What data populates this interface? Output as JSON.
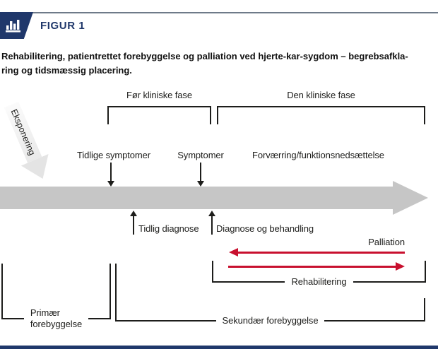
{
  "colors": {
    "navy": "#20386b",
    "red": "#c8102e",
    "timeline_gray": "#c6c6c6",
    "exposure_gray": "#e9e9e9",
    "ink": "#1d1d1b",
    "rule_gray": "#6e7a89"
  },
  "header": {
    "figure_label": "FIGUR 1",
    "icon": "bar-chart-icon",
    "title_line1": "Rehabilitering, patientrettet forebyggelse og palliation ved hjerte-kar-sygdom – begrebsafkla-",
    "title_line2": "ring og tidsmæssig placering."
  },
  "diagram": {
    "exposure_arrow_label": "Eksponering",
    "phases": {
      "preclinical": "Før kliniske fase",
      "clinical": "Den kliniske fase"
    },
    "above_timeline": {
      "early_symptoms": "Tidlige symptomer",
      "symptoms": "Symptomer",
      "worsening": "Forværring/funktionsnedsættelse"
    },
    "below_timeline": {
      "early_diagnosis": "Tidlig diagnose",
      "diagnosis_treatment": "Diagnose og behandling"
    },
    "palliation": "Palliation",
    "rehabilitation": "Rehabilitering",
    "primary_prevention": {
      "line1": "Primær",
      "line2": "forebyggelse"
    },
    "secondary_prevention": "Sekundær forebyggelse"
  }
}
